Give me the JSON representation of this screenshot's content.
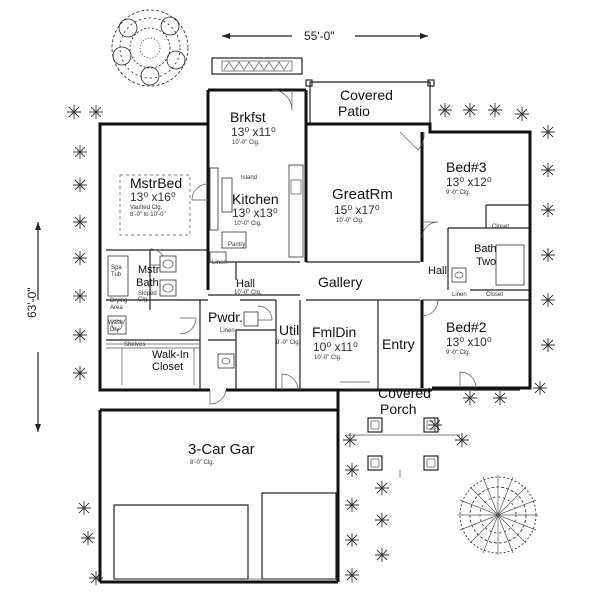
{
  "overall": {
    "width": "55'-0\"",
    "depth": "63'-0\""
  },
  "rooms": {
    "brkfst": {
      "name": "Brkfst",
      "dim": "13⁰ x11⁰",
      "clg": "10'-0\" Clg."
    },
    "kitchen": {
      "name": "Kitchen",
      "dim": "13⁰ x13⁰",
      "clg": "10'-0\" Clg.",
      "island": "Island"
    },
    "pantry": {
      "name": "Pantry"
    },
    "linen_k": {
      "name": "Linen"
    },
    "mstrbed": {
      "name": "MstrBed",
      "dim": "13⁰ x16⁰",
      "clg1": "Vaulted Clg.",
      "clg2": "8'-0\" to 10'-0\""
    },
    "greatrm": {
      "name": "GreatRm",
      "dim": "15⁰ x17⁰",
      "clg": "10'-0\" Clg."
    },
    "bed3": {
      "name": "Bed#3",
      "dim": "13⁰ x12⁰",
      "clg": "9'-0\" Clg.",
      "closet": "Closet"
    },
    "bath2": {
      "name1": "Bath",
      "name2": "Two",
      "linen": "Linen",
      "closet": "Closet"
    },
    "hall_r": {
      "name": "Hall"
    },
    "gallery": {
      "name": "Gallery"
    },
    "mstrbath": {
      "name1": "Mstr",
      "name2": "Bath",
      "clg1": "Sloped",
      "clg2": "Clg.",
      "tub1": "Spa",
      "tub2": "Tub",
      "drying1": "Drying",
      "drying2": "Area",
      "wash1": "Wash/",
      "wash2": "Dry"
    },
    "hall_c": {
      "name": "Hall",
      "clg": "10'-0\" Clg."
    },
    "pwdr": {
      "name": "Pwdr.",
      "linen": "Linen"
    },
    "util": {
      "name": "Util",
      "clg": "9'-0\" Clg."
    },
    "fmldin": {
      "name": "FmlDin",
      "dim": "10⁰ x11⁰",
      "clg": "10'-0\" Clg."
    },
    "entry": {
      "name": "Entry"
    },
    "bed2": {
      "name": "Bed#2",
      "dim": "13⁰ x10⁰",
      "clg": "9'-0\" Clg."
    },
    "walkin": {
      "name1": "Walk-In",
      "name2": "Closet",
      "shelves": "Shelves"
    },
    "covered_patio": {
      "name1": "Covered",
      "name2": "Patio"
    },
    "covered_porch": {
      "name1": "Covered",
      "name2": "Porch"
    },
    "garage": {
      "name": "3-Car Gar",
      "clg": "8'-0\" Clg."
    }
  }
}
